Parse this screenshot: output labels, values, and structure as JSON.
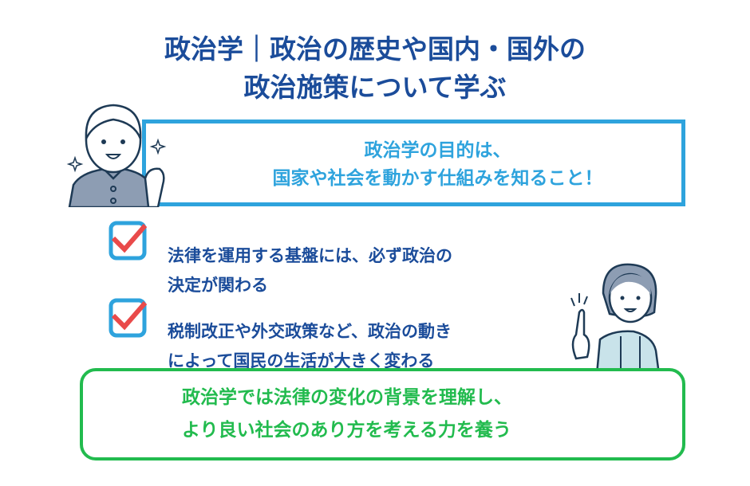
{
  "title": {
    "line1": "政治学｜政治の歴史や国内・国外の",
    "line2": "政治施策について学ぶ"
  },
  "purpose": {
    "line1": "政治学の目的は、",
    "line2": "国家や社会を動かす仕組みを知ること！"
  },
  "checklist": [
    {
      "line1": "法律を運用する基盤には、必ず政治の",
      "line2": "決定が関わる"
    },
    {
      "line1": "税制改正や外交政策など、政治の動き",
      "line2": "によって国民の生活が大きく変わる"
    }
  ],
  "summary": {
    "line1": "政治学では法律の変化の背景を理解し、",
    "line2": "より良い社会のあり方を考える力を養う"
  },
  "colors": {
    "title": "#1b4c9a",
    "purpose": "#2ea3dd",
    "summary": "#22bb4e",
    "check": "#e94a4a"
  }
}
